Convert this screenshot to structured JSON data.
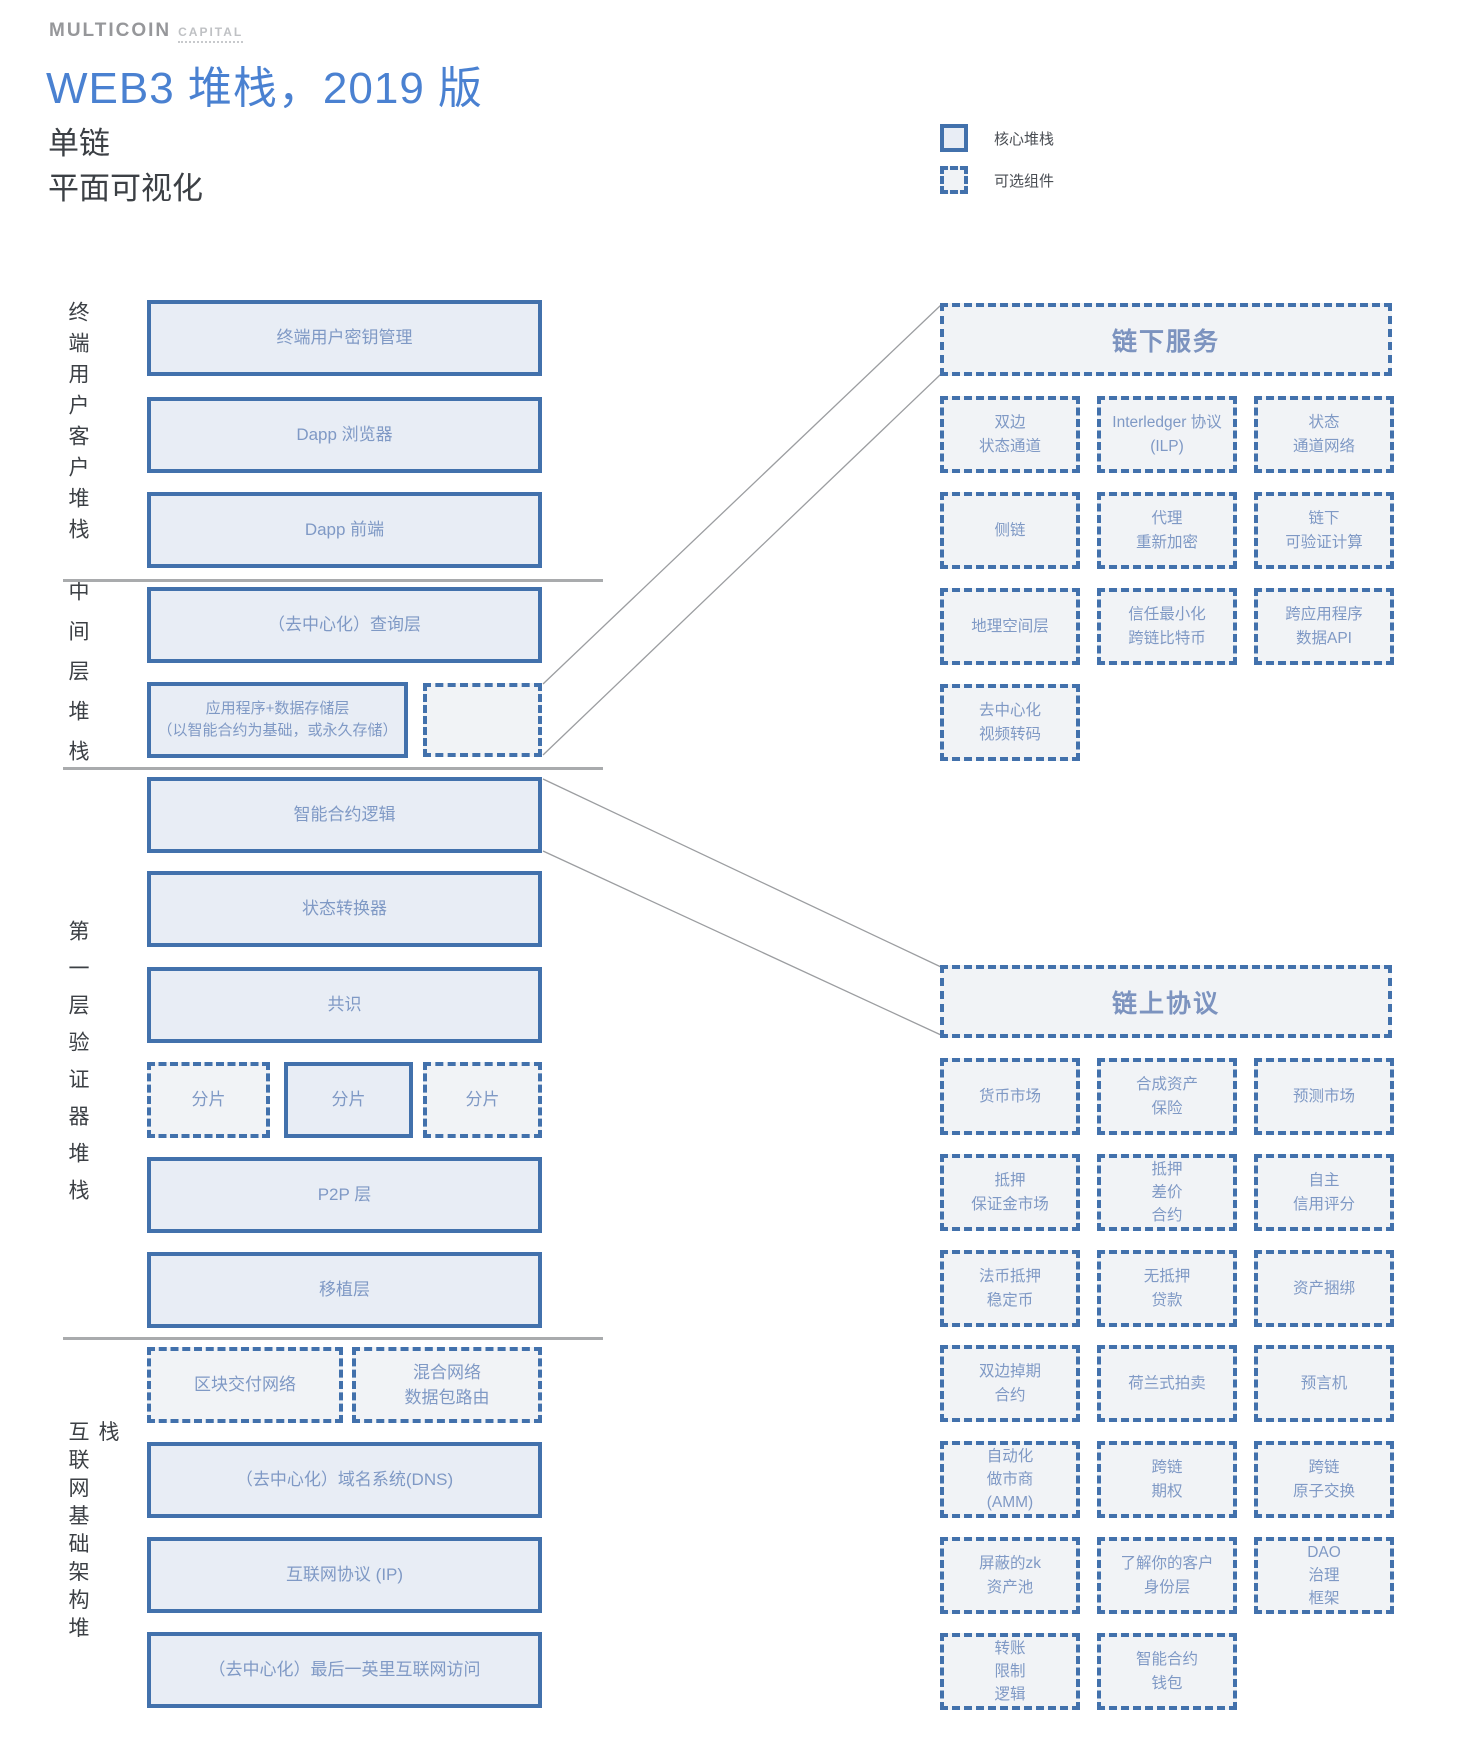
{
  "logo": {
    "primary": "MULTICOIN",
    "secondary": "CAPITAL"
  },
  "title": "WEB3 堆栈，2019 版",
  "subtitle_line1": "单链",
  "subtitle_line2": "平面可视化",
  "legend": {
    "core": "核心堆栈",
    "optional": "可选组件"
  },
  "colors": {
    "core_border": "#4271ac",
    "core_fill": "#e8edf5",
    "optional_fill": "#f1f3f6",
    "title_blue": "#4a81d1",
    "box_text_blue": "#7f99c5",
    "dark_text": "#3c4045",
    "divider_gray": "#a9abad"
  },
  "left_stack": {
    "section_labels": [
      "终端用户客户堆栈",
      "中间层堆栈",
      "第一层验证器堆栈",
      "互联网基础架构堆栈"
    ],
    "boxes": [
      {
        "label": "终端用户密钥管理",
        "variant": "core"
      },
      {
        "label": "Dapp 浏览器",
        "variant": "core"
      },
      {
        "label": "Dapp 前端",
        "variant": "core"
      },
      {
        "label": "（去中心化）查询层",
        "variant": "core"
      },
      {
        "label": "应用程序+数据存储层\n（以智能合约为基础，或永久存储）",
        "variant": "core"
      },
      {
        "label": "",
        "variant": "optional"
      },
      {
        "label": "智能合约逻辑",
        "variant": "core"
      },
      {
        "label": "状态转换器",
        "variant": "core"
      },
      {
        "label": "共识",
        "variant": "core"
      },
      {
        "label": "分片",
        "variant": "optional"
      },
      {
        "label": "分片",
        "variant": "core"
      },
      {
        "label": "分片",
        "variant": "optional"
      },
      {
        "label": "P2P 层",
        "variant": "core"
      },
      {
        "label": "移植层",
        "variant": "core"
      },
      {
        "label": "区块交付网络",
        "variant": "optional"
      },
      {
        "label": "混合网络\n数据包路由",
        "variant": "optional"
      },
      {
        "label": "（去中心化）域名系统(DNS)",
        "variant": "core"
      },
      {
        "label": "互联网协议 (IP)",
        "variant": "core"
      },
      {
        "label": "（去中心化）最后一英里互联网访问",
        "variant": "core"
      }
    ]
  },
  "off_chain": {
    "title": "链下服务",
    "cells": [
      "双边\n状态通道",
      "Interledger 协议\n(ILP)",
      "状态\n通道网络",
      "侧链",
      "代理\n重新加密",
      "链下\n可验证计算",
      "地理空间层",
      "信任最小化\n跨链比特币",
      "跨应用程序\n数据API",
      "去中心化\n视频转码",
      null,
      null
    ]
  },
  "on_chain": {
    "title": "链上协议",
    "cells": [
      "货币市场",
      "合成资产\n保险",
      "预测市场",
      "抵押\n保证金市场",
      "抵押\n差价\n合约",
      "自主\n信用评分",
      "法币抵押\n稳定币",
      "无抵押\n贷款",
      "资产捆绑",
      "双边掉期\n合约",
      "荷兰式拍卖",
      "预言机",
      "自动化\n做市商\n(AMM)",
      "跨链\n期权",
      "跨链\n原子交换",
      "屏蔽的zk\n资产池",
      "了解你的客户\n身份层",
      "DAO\n治理\n框架",
      "转账\n限制\n逻辑",
      "智能合约\n钱包",
      null
    ]
  }
}
